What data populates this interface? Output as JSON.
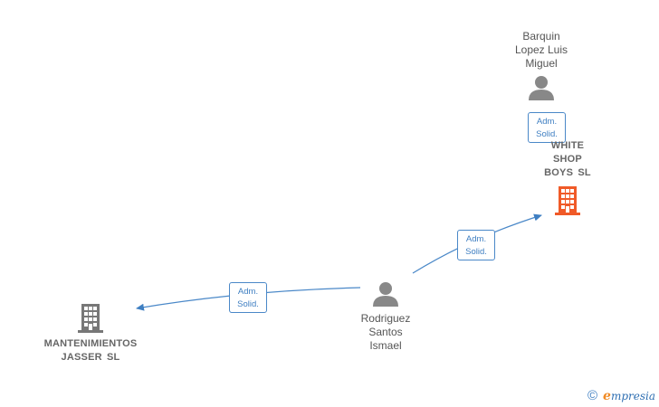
{
  "nodes": {
    "barquin": {
      "label": "Barquin\nLopez Luis\nMiguel",
      "type": "person"
    },
    "white_shop": {
      "label": "WHITE\nSHOP\nBOYS SL",
      "type": "company",
      "color": "#f05a28"
    },
    "rodriguez": {
      "label": "Rodriguez\nSantos\nIsmael",
      "type": "person"
    },
    "mantenimientos": {
      "label": "MANTENIMIENTOS\nJASSER SL",
      "type": "company",
      "color": "#777777"
    }
  },
  "edges": [
    {
      "from": "barquin",
      "to": "white_shop",
      "line1": "Adm.",
      "line2": "Solid."
    },
    {
      "from": "rodriguez",
      "to": "white_shop",
      "line1": "Adm.",
      "line2": "Solid."
    },
    {
      "from": "rodriguez",
      "to": "mantenimientos",
      "line1": "Adm.",
      "line2": "Solid."
    }
  ],
  "colors": {
    "edge": "#3f7fc2",
    "person_icon": "#888888"
  },
  "footer": {
    "copyright_symbol": "©",
    "brand_initial": "e",
    "brand_rest": "mpresia"
  }
}
